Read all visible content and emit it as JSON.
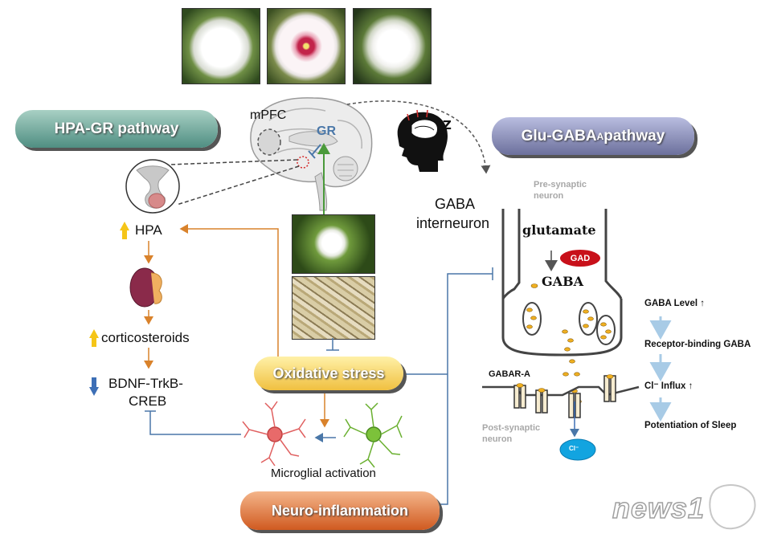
{
  "pathways": {
    "hpa": "HPA-GR pathway",
    "glu_prefix": "Glu-GABA",
    "glu_sub": "A",
    "glu_suffix": " pathway"
  },
  "brain": {
    "mpfc": "mPFC",
    "gr": "GR"
  },
  "hpa_chain": {
    "hpa": "HPA",
    "corticosteroids": "corticosteroids",
    "bdnf_line1": "BDNF-TrkB-",
    "bdnf_line2": "CREB"
  },
  "center": {
    "oxidative": "Oxidative stress",
    "microglial": "Microglial activation",
    "neuro": "Neuro-inflammation"
  },
  "synapse": {
    "gaba_interneuron_1": "GABA",
    "gaba_interneuron_2": "interneuron",
    "pre_1": "Pre-synaptic",
    "pre_2": "neuron",
    "glutamate": "glutamate",
    "gad": "GAD",
    "gaba": "GABA",
    "gabar": "GABAR-A",
    "post_1": "Post-synaptic",
    "post_2": "neuron",
    "cl": "Cl⁻"
  },
  "steps": [
    "GABA Level ↑",
    "Receptor-binding GABA",
    "Cl⁻ Influx ↑",
    "Potentiation of Sleep"
  ],
  "watermark": "news1",
  "colors": {
    "orange": "#d9822b",
    "blue_line": "#4a77a8",
    "yellow_arrow": "#f5c518",
    "down_arrow": "#3d6fb6"
  }
}
